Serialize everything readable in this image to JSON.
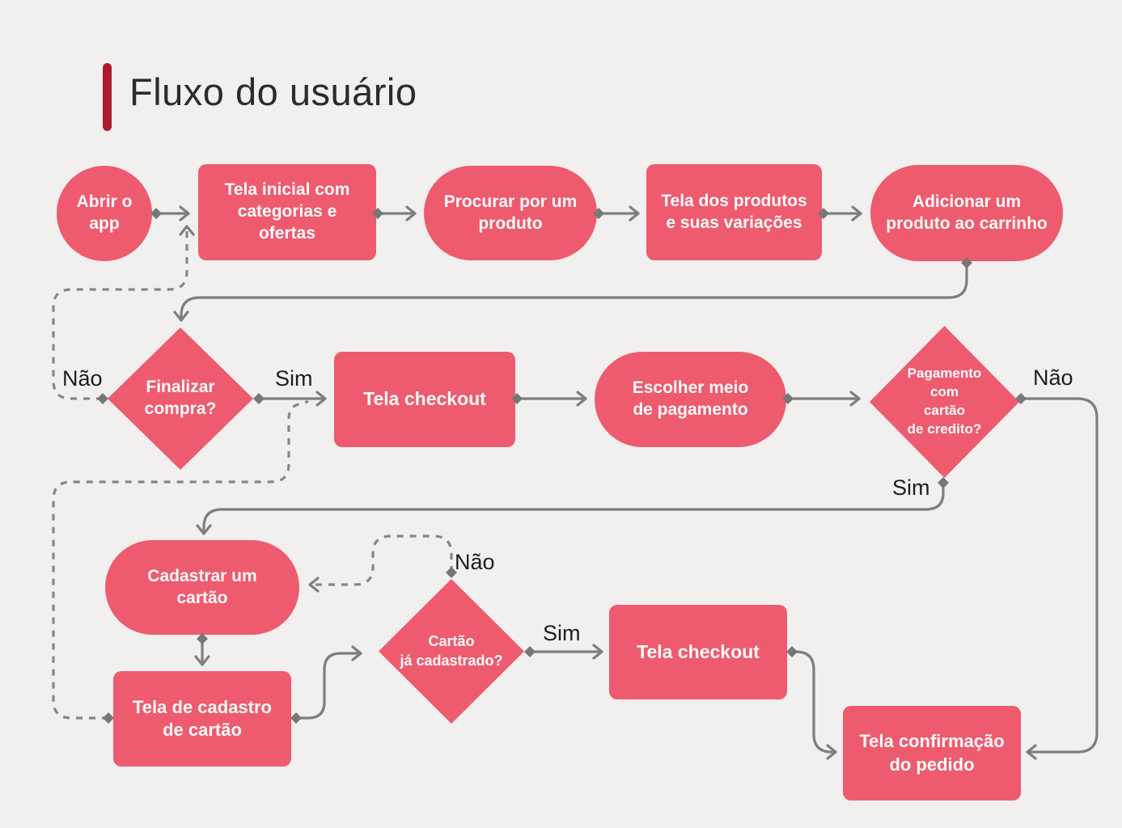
{
  "title": {
    "text": "Fluxo do usuário"
  },
  "colors": {
    "background": "#f2f0ef",
    "node_fill": "#ee5b6f",
    "node_text": "#fdfafa",
    "title_accent": "#ac1b2c",
    "title_text": "#2b2b2b",
    "connector": "#7e7e7e",
    "edge_label_text": "#1d1d1d"
  },
  "nodes": {
    "abrir_app": {
      "shape": "circle",
      "label": "Abrir o\napp"
    },
    "tela_inicial": {
      "shape": "rect",
      "label": "Tela inicial com\ncategorias e\nofertas"
    },
    "procurar_produto": {
      "shape": "pill",
      "label": "Procurar por um\nproduto"
    },
    "tela_produtos": {
      "shape": "rect",
      "label": "Tela dos produtos\ne suas variações"
    },
    "adicionar_carrinho": {
      "shape": "pill",
      "label": "Adicionar um\nproduto ao carrinho"
    },
    "finalizar_compra": {
      "shape": "diamond",
      "label": "Finalizar\ncompra?"
    },
    "tela_checkout_1": {
      "shape": "rect",
      "label": "Tela checkout"
    },
    "escolher_pagamento": {
      "shape": "pill",
      "label": "Escolher meio\nde pagamento"
    },
    "pagamento_cartao": {
      "shape": "diamond",
      "label": "Pagamento\ncom\ncartão\nde credito?"
    },
    "cadastrar_cartao": {
      "shape": "pill",
      "label": "Cadastrar um\ncartão"
    },
    "tela_cadastro_cartao": {
      "shape": "rect",
      "label": "Tela de cadastro\nde cartão"
    },
    "cartao_cadastrado": {
      "shape": "diamond",
      "label": "Cartão\njá cadastrado?"
    },
    "tela_checkout_2": {
      "shape": "rect",
      "label": "Tela checkout"
    },
    "tela_confirmacao": {
      "shape": "rect",
      "label": "Tela confirmação\ndo pedido"
    }
  },
  "edge_labels": {
    "finalizar_nao": "Não",
    "finalizar_sim": "Sim",
    "pagamento_nao": "Não",
    "pagamento_sim": "Sim",
    "cadastrado_nao": "Não",
    "cadastrado_sim": "Sim"
  }
}
